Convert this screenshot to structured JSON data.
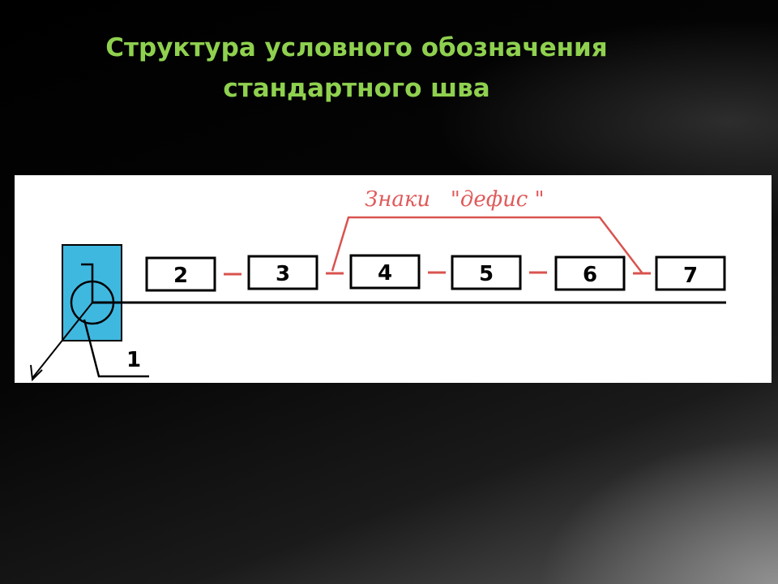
{
  "slide": {
    "title_line1": "Структура условного обозначения",
    "title_line2": "стандартного шва",
    "title_color": "#8fd14f",
    "background": "#000000"
  },
  "diagram": {
    "leader_label": "1",
    "fields": [
      "2",
      "3",
      "4",
      "5",
      "6",
      "7"
    ],
    "annotation": "Знаки   \"дефис \"",
    "colors": {
      "symbol_fill": "#3fb8e0",
      "hyphen": "#d9534f",
      "line": "#000000"
    }
  }
}
